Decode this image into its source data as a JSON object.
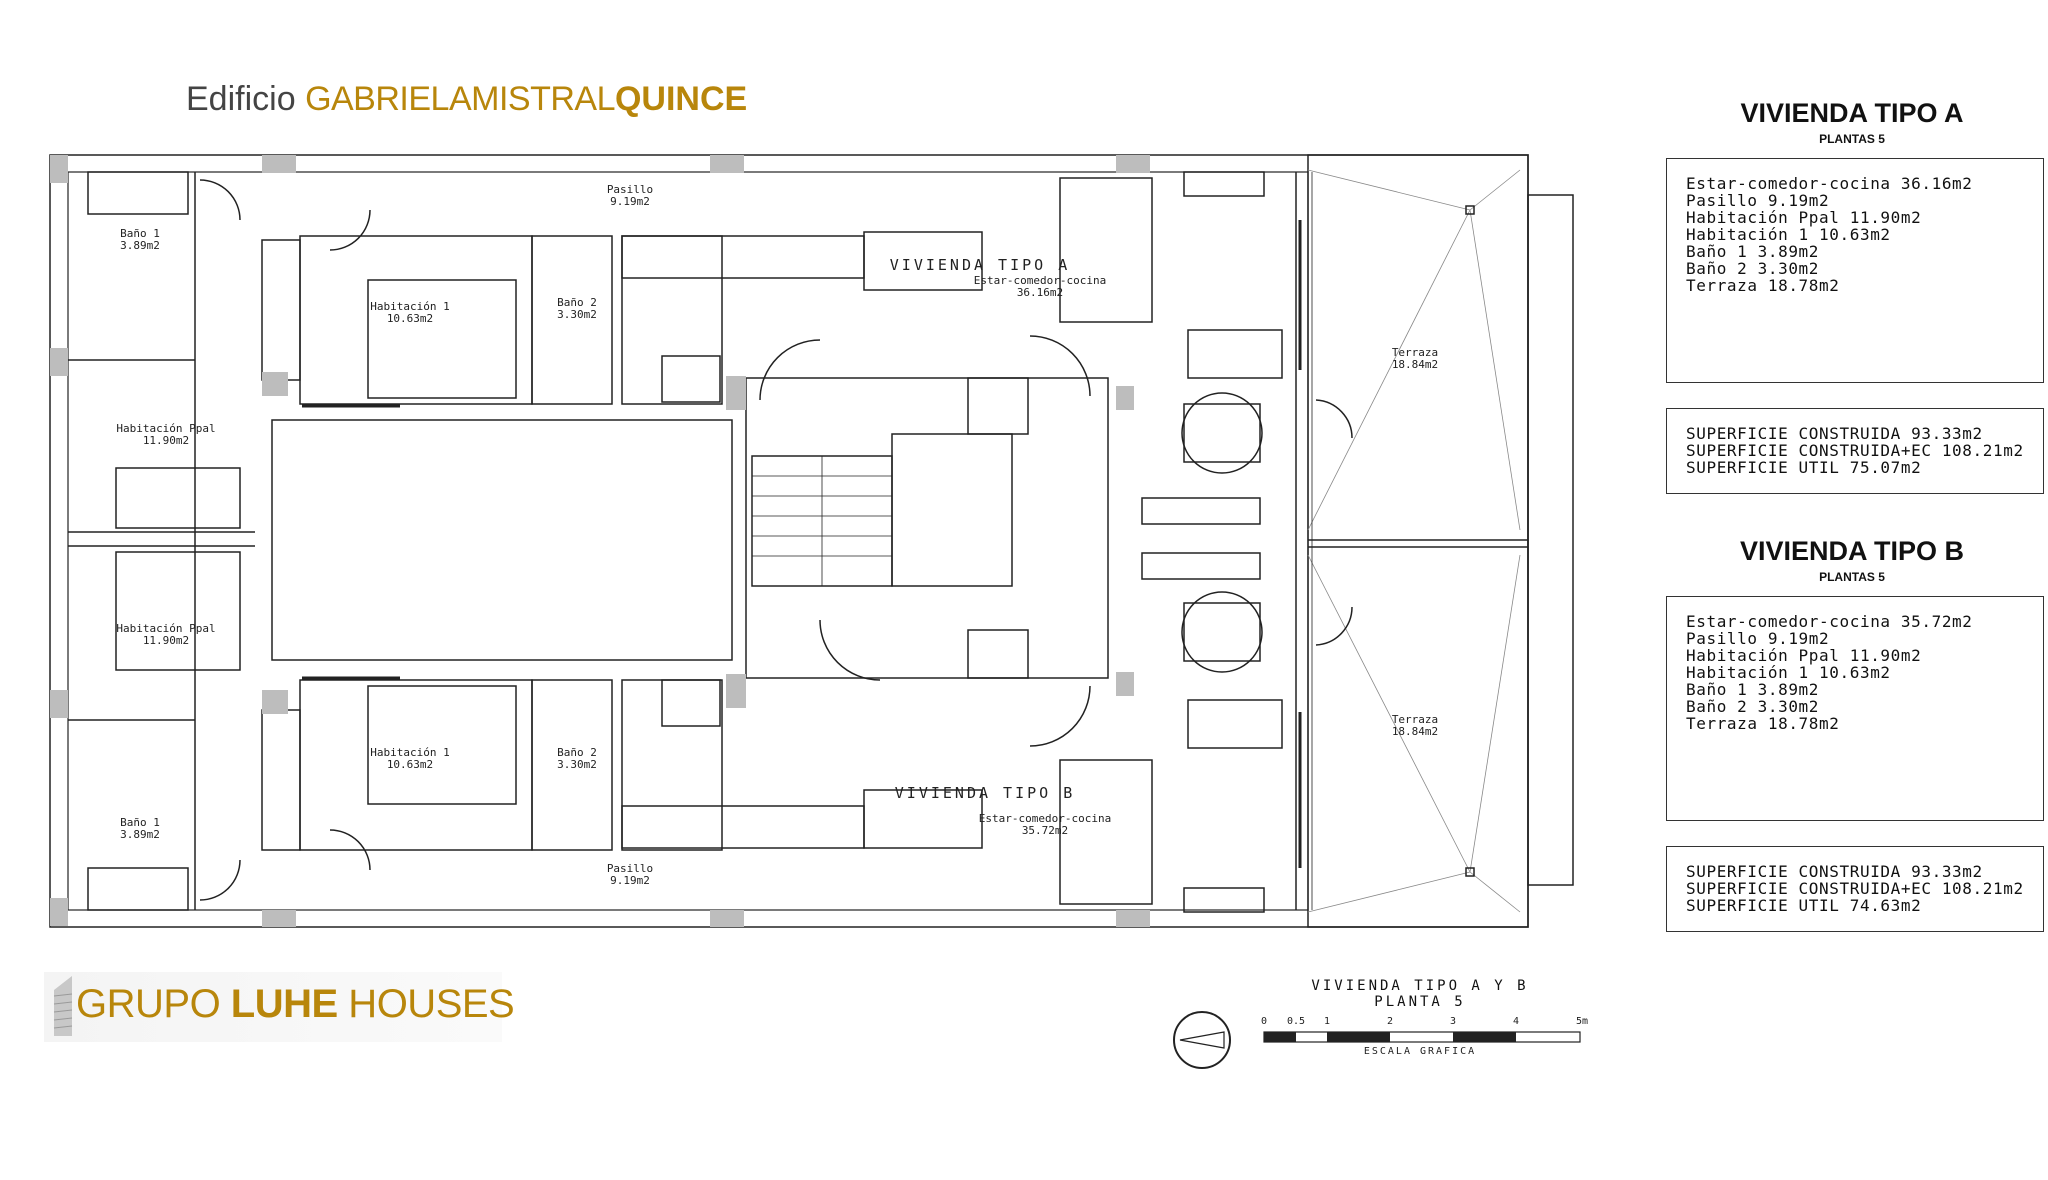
{
  "header": {
    "prefix": "Edificio ",
    "name_light": "GABRIELAMISTRAL",
    "name_bold": "QUINCE"
  },
  "plan": {
    "rooms_a": {
      "pasillo": "Pasillo",
      "pasillo_area": "9.19m2",
      "bano1": "Baño 1",
      "bano1_area": "3.89m2",
      "hab1": "Habitación 1",
      "hab1_area": "10.63m2",
      "bano2": "Baño 2",
      "bano2_area": "3.30m2",
      "vivienda": "VIVIENDA TIPO A",
      "estar": "Estar-comedor-cocina",
      "estar_area": "36.16m2",
      "terraza": "Terraza",
      "terraza_area": "18.84m2",
      "ppal": "Habitación Ppal",
      "ppal_area": "11.90m2"
    },
    "rooms_b": {
      "pasillo": "Pasillo",
      "pasillo_area": "9.19m2",
      "bano1": "Baño 1",
      "bano1_area": "3.89m2",
      "hab1": "Habitación 1",
      "hab1_area": "10.63m2",
      "bano2": "Baño 2",
      "bano2_area": "3.30m2",
      "vivienda": "VIVIENDA TIPO B",
      "estar": "Estar-comedor-cocina",
      "estar_area": "35.72m2",
      "terraza": "Terraza",
      "terraza_area": "18.84m2",
      "ppal": "Habitación Ppal",
      "ppal_area": "11.90m2"
    }
  },
  "tipo_a": {
    "title": "VIVIENDA TIPO A",
    "subtitle": "PLANTAS 5",
    "rooms": [
      "Estar-comedor-cocina 36.16m2",
      "Pasillo 9.19m2",
      "Habitación Ppal 11.90m2",
      "Habitación 1 10.63m2",
      "Baño 1 3.89m2",
      "Baño 2 3.30m2",
      "Terraza 18.78m2"
    ],
    "surfaces": [
      "SUPERFICIE CONSTRUIDA 93.33m2",
      "SUPERFICIE CONSTRUIDA+EC 108.21m2",
      "SUPERFICIE UTIL 75.07m2"
    ]
  },
  "tipo_b": {
    "title": "VIVIENDA TIPO B",
    "subtitle": "PLANTAS 5",
    "rooms": [
      "Estar-comedor-cocina 35.72m2",
      "Pasillo 9.19m2",
      "Habitación Ppal 11.90m2",
      "Habitación 1 10.63m2",
      "Baño 1 3.89m2",
      "Baño 2 3.30m2",
      "Terraza 18.78m2"
    ],
    "surfaces": [
      "SUPERFICIE CONSTRUIDA 93.33m2",
      "SUPERFICIE CONSTRUIDA+EC 108.21m2",
      "SUPERFICIE UTIL 74.63m2"
    ]
  },
  "logo": {
    "part1": "GRUPO ",
    "part2": "LUHE",
    "part3": " HOUSES"
  },
  "scale": {
    "title_line1": "VIVIENDA TIPO A Y B",
    "title_line2": "PLANTA 5",
    "ticks": [
      "0",
      "0.5",
      "1",
      "2",
      "3",
      "4",
      "5m"
    ],
    "caption": "ESCALA GRAFICA"
  }
}
